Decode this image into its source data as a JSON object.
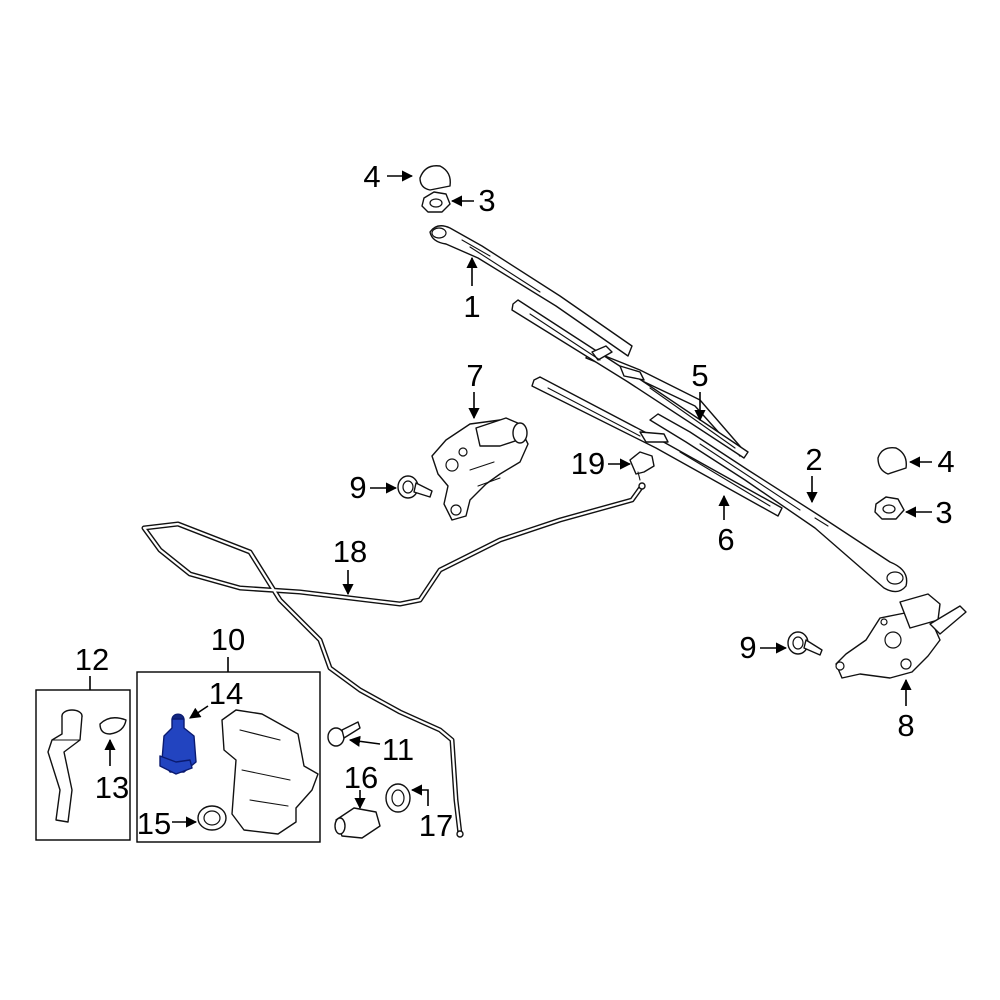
{
  "callouts": {
    "c1": "1",
    "c2": "2",
    "c3a": "3",
    "c3b": "3",
    "c4a": "4",
    "c4b": "4",
    "c5": "5",
    "c6": "6",
    "c7": "7",
    "c8": "8",
    "c9a": "9",
    "c9b": "9",
    "c10": "10",
    "c11": "11",
    "c12": "12",
    "c13": "13",
    "c14": "14",
    "c15": "15",
    "c16": "16",
    "c17": "17",
    "c18": "18",
    "c19": "19"
  },
  "highlight_color": "#2244c0",
  "highlighted_part": "14"
}
